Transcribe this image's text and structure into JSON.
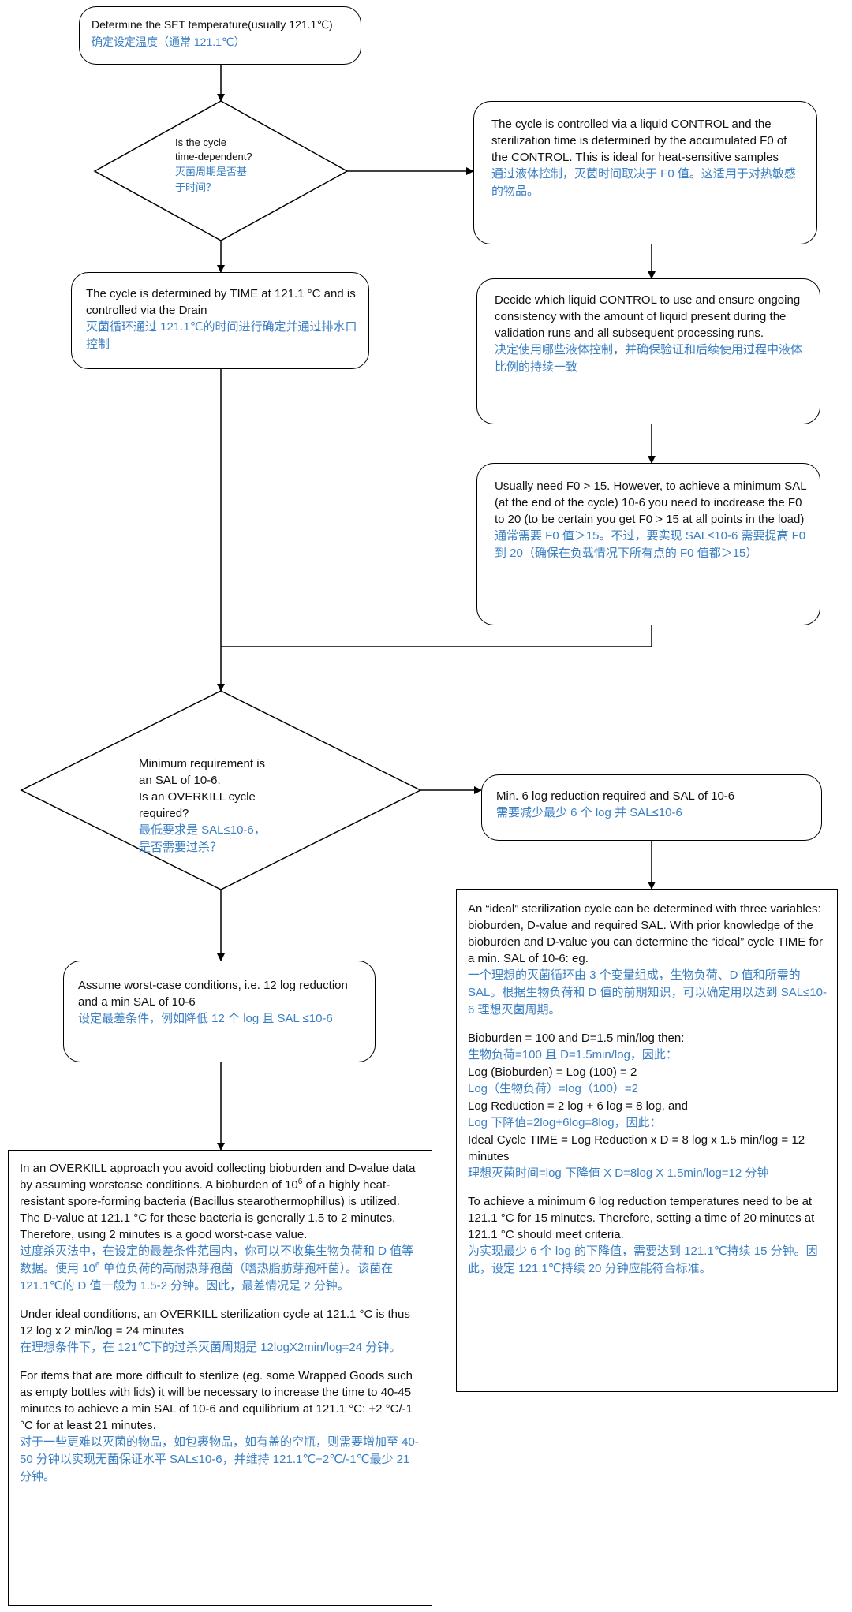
{
  "nodes": {
    "start": {
      "en": "Determine the SET temperature(usually 121.1℃)",
      "zh": "确定设定温度（通常 121.1℃）"
    },
    "decision1": {
      "en1": "Is the cycle",
      "en2": "time-dependent?",
      "zh1": "灭菌周期是否基",
      "zh2": "于时间？"
    },
    "liquid_control": {
      "en": "The cycle is controlled via a liquid CONTROL and the sterilization time is determined by the accumulated F0 of the CONTROL. This is ideal for heat-sensitive samples",
      "zh": "通过液体控制，灭菌时间取决于 F0 值。这适用于对热敏感的物品。"
    },
    "time_drain": {
      "en": "The cycle is determined by TIME at 121.1 °C and is controlled via the Drain",
      "zh": "灭菌循环通过 121.1℃的时间进行确定并通过排水口控制"
    },
    "decide_liquid": {
      "en": "Decide which liquid CONTROL to use and ensure ongoing consistency with the amount of liquid present during the validation runs and all subsequent processing runs.",
      "zh": "决定使用哪些液体控制，并确保验证和后续使用过程中液体比例的持续一致"
    },
    "f0_need": {
      "en": "Usually need F0 > 15. However, to achieve a minimum SAL (at the end of the cycle) 10-6 you need to incdrease the F0 to 20 (to be certain you get F0 > 15 at all points in the load)",
      "zh": "通常需要 F0 值＞15。不过，要实现 SAL≤10-6 需要提高 F0 到 20（确保在负载情况下所有点的 F0 值都＞15）"
    },
    "decision2": {
      "en1": "Minimum requirement is",
      "en2": "an SAL of 10-6.",
      "en3": "Is an OVERKILL cycle",
      "en4": "required?",
      "zh1": "最低要求是 SAL≤10-6，",
      "zh2": "是否需要过杀？"
    },
    "min6log": {
      "en": "Min. 6 log reduction required and SAL of 10-6",
      "zh": "需要减少最少 6 个 log 并 SAL≤10-6"
    },
    "worst_case": {
      "en": "Assume worst-case conditions, i.e. 12 log reduction and a min SAL of 10-6",
      "zh": "设定最差条件，例如降低 12 个 log 且 SAL ≤10-6"
    },
    "ideal_cycle": {
      "p1_en": "An “ideal” sterilization cycle can be determined with three variables: bioburden, D-value and required SAL. With prior knowledge of the bioburden and D-value you can determine the “ideal” cycle TIME for a min. SAL of 10-6: eg.",
      "p1_zh": "一个理想的灭菌循环由 3 个变量组成，生物负荷、D 值和所需的 SAL。根据生物负荷和 D 值的前期知识，可以确定用以达到 SAL≤10-6 理想灭菌周期。",
      "l1_en": "Bioburden = 100 and D=1.5 min/log then:",
      "l1_zh": "生物负荷=100 且 D=1.5min/log，因此：",
      "l2_en": "Log (Bioburden) = Log (100) = 2",
      "l2_zh": "Log（生物负荷）=log（100）=2",
      "l3_en": "Log Reduction = 2 log + 6 log = 8 log, and",
      "l3_zh": "Log 下降值=2log+6log=8log，因此：",
      "l4_en": "Ideal Cycle TIME = Log Reduction x D = 8 log x 1.5 min/log = 12 minutes",
      "l4_zh": "理想灭菌时间=log 下降值 X D=8log X 1.5min/log=12 分钟",
      "p2_en": "To achieve a minimum 6 log reduction temperatures need to be at 121.1 °C for 15 minutes. Therefore, setting a time of 20 minutes at 121.1 °C should meet criteria.",
      "p2_zh": "为实现最少 6 个 log 的下降值，需要达到 121.1℃持续 15 分钟。因此，设定 121.1℃持续 20 分钟应能符合标准。"
    },
    "overkill": {
      "p1_en_a": "In an OVERKILL approach you avoid collecting bioburden and D-value data by assuming worstcase conditions. A bioburden of 10",
      "p1_sup": "6",
      "p1_en_b": " of a highly heat-resistant spore-forming bacteria (Bacillus stearothermophillus) is utilized. The D-value at 121.1 °C for these bacteria is generally 1.5 to 2 minutes. Therefore, using 2 minutes is a good worst-case value.",
      "p1_zh_a": "过度杀灭法中，在设定的最差条件范围内，你可以不收集生物负荷和 D 值等数据。使用 10",
      "p1_zh_sup": "6",
      "p1_zh_b": " 单位负荷的高耐热芽孢菌（嗜热脂肪芽孢杆菌）。该菌在 121.1℃的 D 值一般为 1.5-2 分钟。因此，最差情况是 2 分钟。",
      "p2_en": "Under ideal conditions, an OVERKILL sterilization cycle at 121.1 °C is thus 12 log x 2 min/log = 24 minutes",
      "p2_zh": "在理想条件下，在 121℃下的过杀灭菌周期是 12logX2min/log=24 分钟。",
      "p3_en": "For items that are more difficult to sterilize (eg. some Wrapped Goods such as empty bottles with lids) it will be necessary to increase the time to 40-45 minutes to achieve a min SAL of 10-6 and equilibrium at 121.1 °C: +2 °C/-1 °C for at least 21 minutes.",
      "p3_zh": "对于一些更难以灭菌的物品，如包裹物品，如有盖的空瓶，则需要增加至 40-50 分钟以实现无菌保证水平 SAL≤10-6，并维持 121.1℃+2℃/-1℃最少 21 分钟。"
    }
  },
  "colors": {
    "english": "#111111",
    "chinese": "#3a7fc4",
    "stroke": "#000000"
  }
}
